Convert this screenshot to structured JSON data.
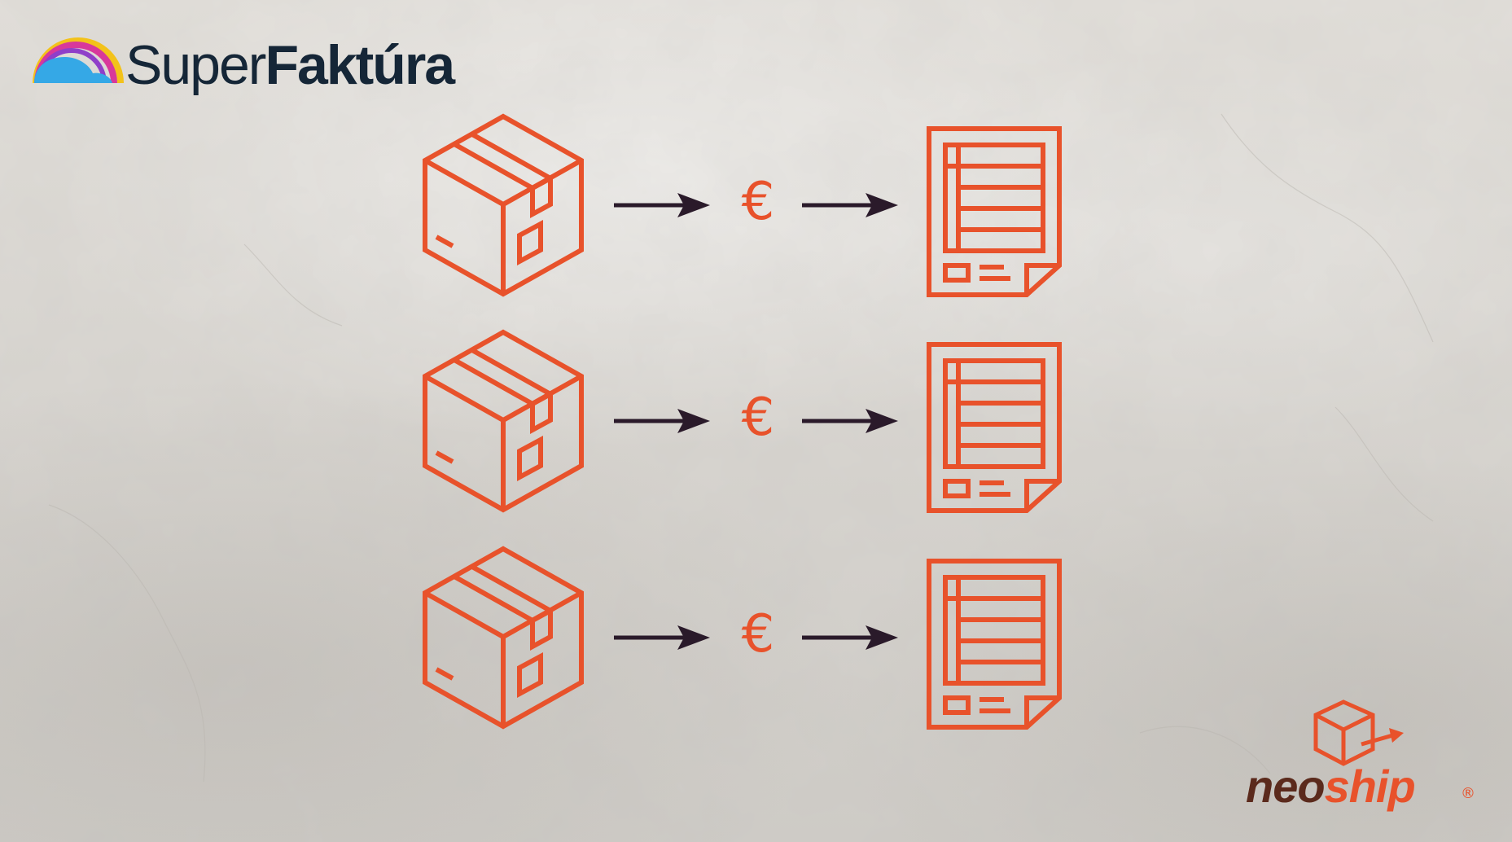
{
  "brand": {
    "superfaktura": {
      "name_light": "Super",
      "name_bold": "Faktúra"
    },
    "neoship": {
      "name_dark": "neo",
      "name_accent": "ship",
      "registered_mark": "®"
    }
  },
  "colors": {
    "accent_orange": "#e8522b",
    "arrow_dark": "#2a1a2a",
    "logo_navy": "#152637",
    "neoship_brown": "#5b2a1c"
  },
  "flow": {
    "rows": [
      {
        "from_icon": "package-box-icon",
        "currency_symbol": "€",
        "to_icon": "invoice-document-icon"
      },
      {
        "from_icon": "package-box-icon",
        "currency_symbol": "€",
        "to_icon": "invoice-document-icon"
      },
      {
        "from_icon": "package-box-icon",
        "currency_symbol": "€",
        "to_icon": "invoice-document-icon"
      }
    ]
  }
}
